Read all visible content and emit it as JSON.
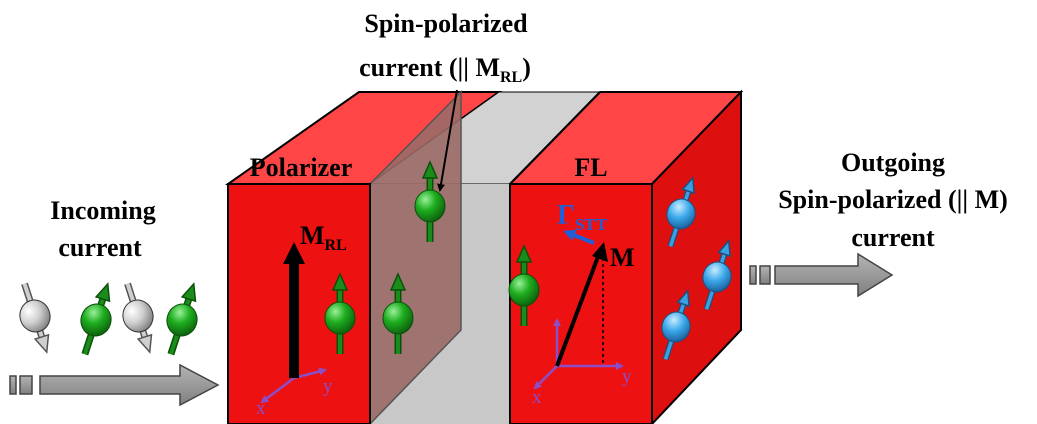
{
  "labels": {
    "spin_polarized_line1": "Spin-polarized",
    "spin_polarized_line2_prefix": "current (|| M",
    "spin_polarized_line2_sub": "RL",
    "spin_polarized_line2_suffix": ")",
    "incoming_line1": "Incoming",
    "incoming_line2": "current",
    "outgoing_line1": "Outgoing",
    "outgoing_line2": "Spin-polarized (|| M)",
    "outgoing_line3": "current",
    "polarizer": "Polarizer",
    "fl": "FL",
    "m_rl_main": "M",
    "m_rl_sub": "RL",
    "m": "M",
    "gamma_main": "Γ",
    "gamma_sub": "STT",
    "axis_x": "x",
    "axis_y": "y"
  },
  "colors": {
    "block_front": "#ee1111",
    "block_top": "#ff4545",
    "block_side": "#dd0f0f",
    "spacer": "#c8c8c8",
    "glass": "#9a6a66",
    "spin_green": "#1a8c1a",
    "spin_gray": "#cfcfcf",
    "spin_blue": "#3aa0e0",
    "torque_blue": "#1f5fd8",
    "axis_purple": "#8a4fc8",
    "arrow_gray": "#8c8c8c"
  },
  "icons": [
    "spin-up-green-icon",
    "spin-down-gray-icon",
    "spin-blue-icon",
    "current-arrow-icon"
  ]
}
